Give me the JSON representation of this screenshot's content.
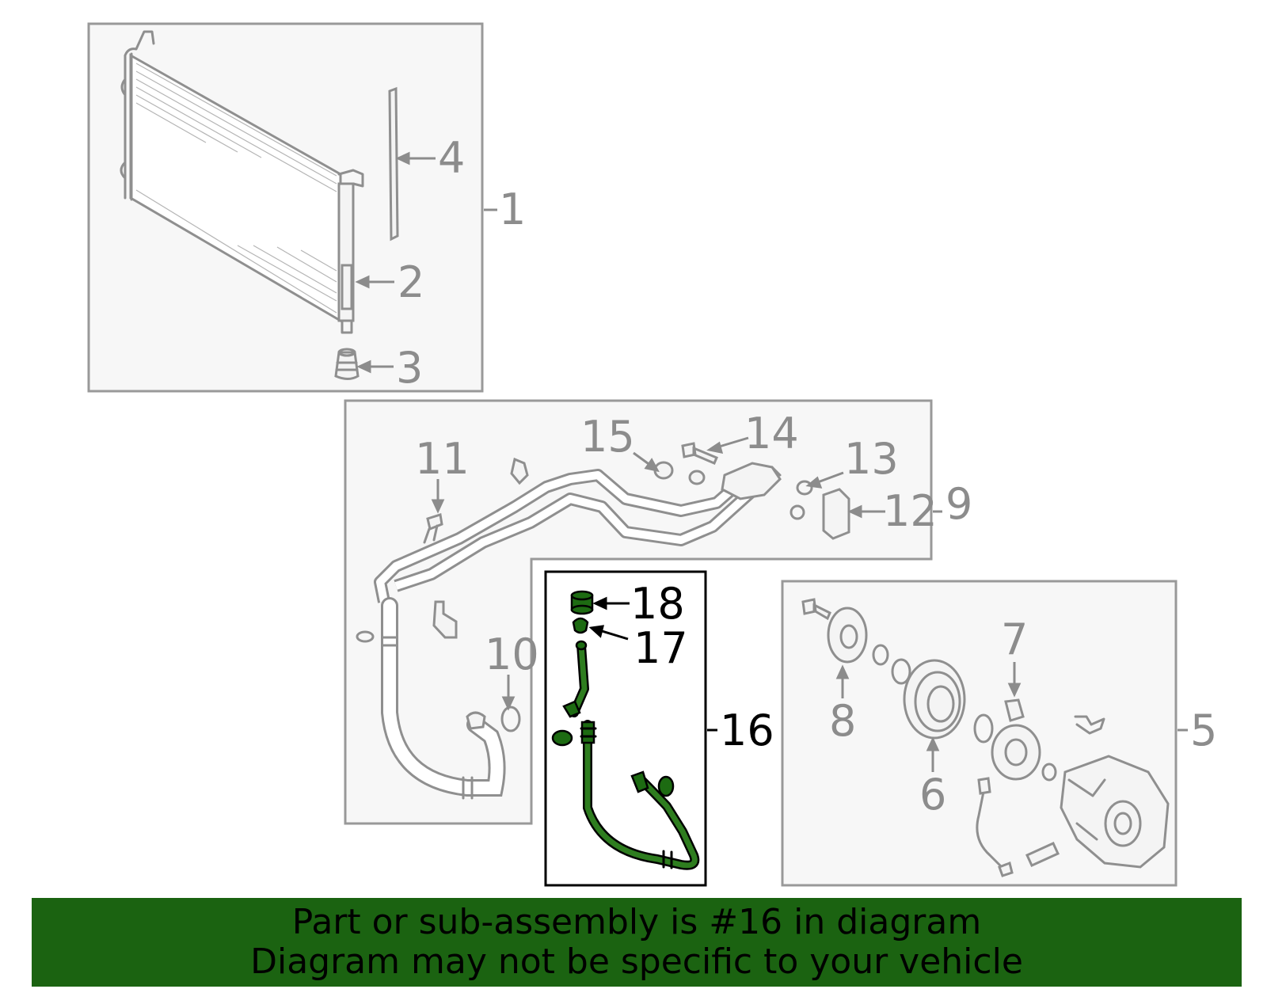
{
  "colors": {
    "panel_fill": "#f7f7f7",
    "panel_stroke": "#999999",
    "part_stroke": "#8f8f8f",
    "callout_grey": "#8c8c8c",
    "highlight_green": "#1b6311",
    "highlight_stroke": "#000000"
  },
  "highlighted_part": "16",
  "callouts": {
    "c1": "1",
    "c2": "2",
    "c3": "3",
    "c4": "4",
    "c5": "5",
    "c6": "6",
    "c7": "7",
    "c8": "8",
    "c9": "9",
    "c10": "10",
    "c11": "11",
    "c12": "12",
    "c13": "13",
    "c14": "14",
    "c15": "15",
    "c16": "16",
    "c17": "17",
    "c18": "18"
  },
  "banner": {
    "line1": "Part or sub-assembly is #16 in diagram",
    "line2": "Diagram may not be specific to your vehicle"
  }
}
